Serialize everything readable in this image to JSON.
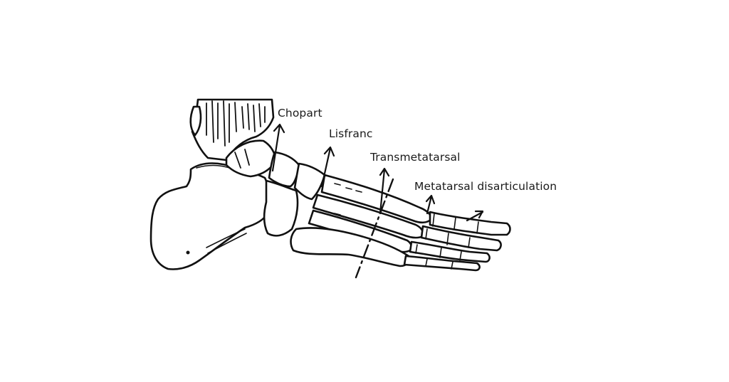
{
  "diagram": {
    "subject": "foot skeleton lateral view with amputation levels",
    "labels": [
      {
        "id": "chopart",
        "text": "Chopart"
      },
      {
        "id": "lisfranc",
        "text": "Lisfranc"
      },
      {
        "id": "transmetatarsal",
        "text": "Transmetatarsal"
      },
      {
        "id": "metatarsal_disarticulation",
        "text": "Metatarsal disarticulation"
      }
    ],
    "colors": {
      "background": "#ffffff",
      "ink": "#111111"
    }
  }
}
